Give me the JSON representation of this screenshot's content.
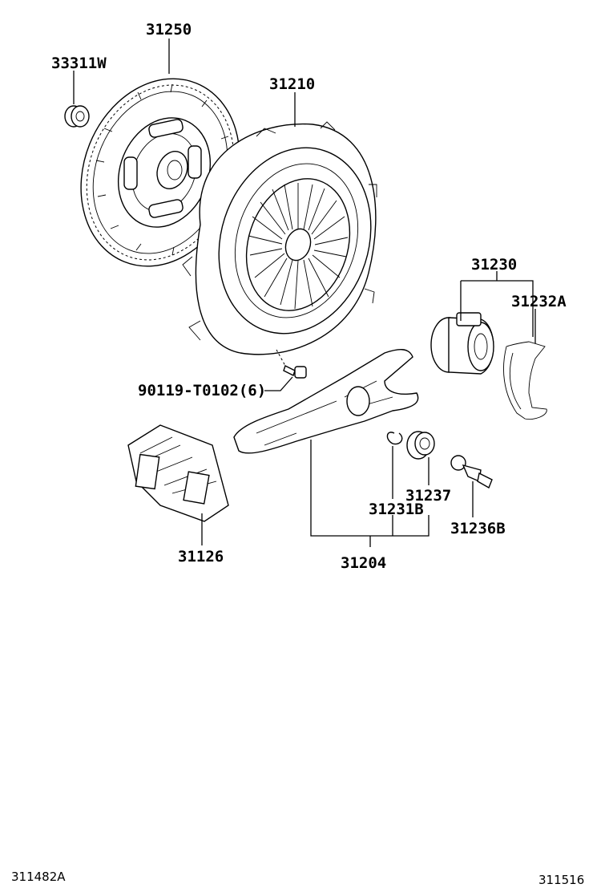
{
  "parts": [
    {
      "id": "p33311w",
      "number": "33311W"
    },
    {
      "id": "p31250",
      "number": "31250"
    },
    {
      "id": "p31210",
      "number": "31210"
    },
    {
      "id": "p31230",
      "number": "31230"
    },
    {
      "id": "p31232a",
      "number": "31232A"
    },
    {
      "id": "p90119",
      "number": "90119-T0102(6)"
    },
    {
      "id": "p31237",
      "number": "31237"
    },
    {
      "id": "p31231b",
      "number": "31231B"
    },
    {
      "id": "p31236b",
      "number": "31236B"
    },
    {
      "id": "p31126",
      "number": "31126"
    },
    {
      "id": "p31204",
      "number": "31204"
    }
  ],
  "footer": {
    "left_code": "311482A",
    "right_code": "311516"
  }
}
